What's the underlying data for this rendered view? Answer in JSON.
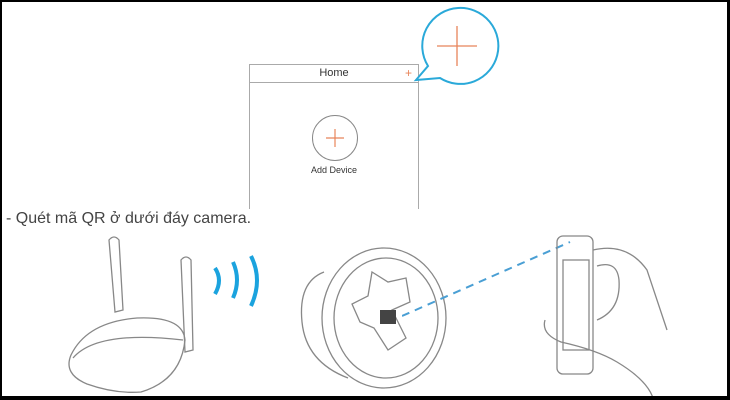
{
  "top_partial_text": "",
  "phone_app": {
    "header_title": "Home",
    "header_plus": "+",
    "add_device_label": "Add Device"
  },
  "instruction": "- Quét mã QR ở dưới đáy camera.",
  "colors": {
    "accent_orange": "#e8845a",
    "callout_blue": "#2aa9d9",
    "wifi_blue": "#1ba3de",
    "line_gray": "#888888",
    "scan_line_blue": "#4a9fd4"
  }
}
